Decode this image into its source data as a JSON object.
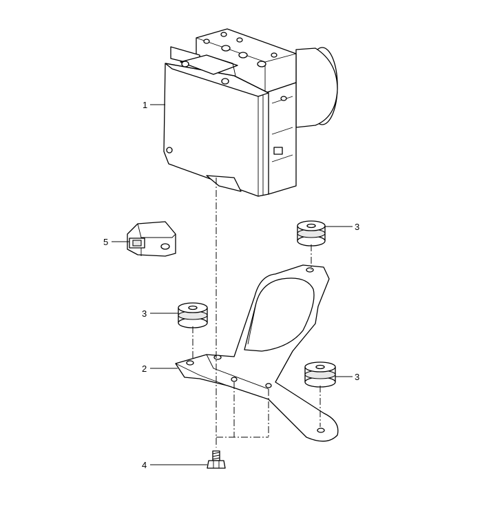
{
  "callouts": {
    "c1": "1",
    "c2": "2",
    "c3a": "3",
    "c3b": "3",
    "c3c": "3",
    "c4": "4",
    "c5": "5"
  },
  "colors": {
    "line": "#000000",
    "background": "#ffffff",
    "shade": "#e8e8e8"
  }
}
